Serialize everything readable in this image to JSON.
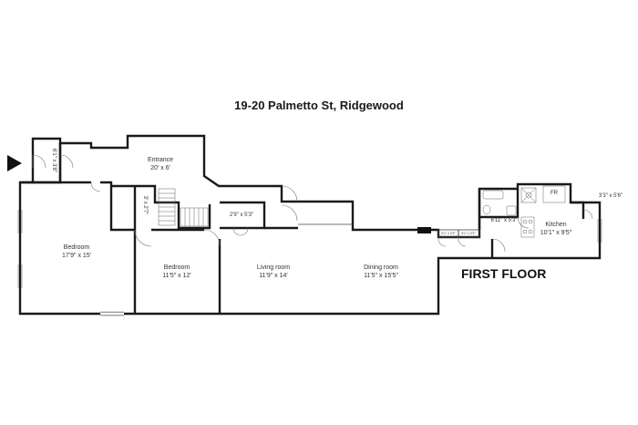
{
  "title": "19-20 Palmetto St, Ridgewood",
  "floor_label": "FIRST FLOOR",
  "rooms": [
    {
      "name": "Entrance",
      "size": "20' x 6'"
    },
    {
      "name": "Bedroom",
      "size": "17'9\" x 15'"
    },
    {
      "name": "Bedroom",
      "size": "11'5\" x 12'"
    },
    {
      "name": "Living room",
      "size": "11'9\" x 14'"
    },
    {
      "name": "Dining room",
      "size": "11'5\" x 15'5\""
    },
    {
      "name": "Kitchen",
      "size": "10'1\" x 9'5\""
    }
  ],
  "closets": {
    "vestibule": "6'1\" x 3'8\"",
    "stair_closet": "3' x 2'7\"",
    "hall_closet": "2'9\" x 5'3\"",
    "bath": "6'11\" x 5'3\"",
    "kitchen_closet": "3'3\" x 5'6\"",
    "small_closet_1": "6'1\" x 2'3\"",
    "small_closet_2": "5'1\" x 2'3\""
  },
  "fixtures": {
    "fridge": "FR"
  },
  "icons": [
    "entry-arrow-icon"
  ]
}
